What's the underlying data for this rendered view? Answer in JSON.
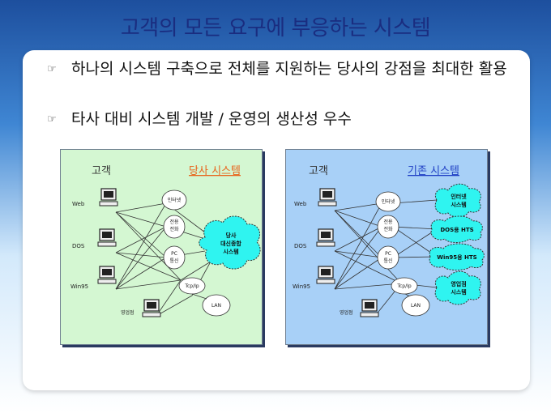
{
  "title": "고객의 모든 요구에 부응하는 시스템",
  "bullets": [
    {
      "icon": "pointing-hand-icon",
      "text": "하나의 시스템 구축으로 전체를 지원하는 당사의 강점을 최대한 활용"
    },
    {
      "icon": "pointing-hand-icon",
      "text": "타사 대비 시스템 개발 / 운영의 생산성 우수"
    }
  ],
  "diagrams": {
    "ours": {
      "customer_label": "고객",
      "system_title": "당사 시스템",
      "clients": [
        "Web",
        "DOS",
        "Win95"
      ],
      "branch_label": "영업점",
      "nodes": {
        "internet": "인터넷",
        "dialup": "전용\n전화",
        "pc_comm": "PC\n통신",
        "tcpip": "Tcp/Ip",
        "lan": "LAN"
      },
      "center_cloud": "당사\n대신종합\n시스템"
    },
    "legacy": {
      "customer_label": "고객",
      "system_title": "기존 시스템",
      "clients": [
        "Web",
        "DOS",
        "Win95"
      ],
      "branch_label": "영업점",
      "nodes": {
        "internet": "인터넷",
        "dialup": "전용\n전화",
        "pc_comm": "PC\n통신",
        "tcpip": "Tcp/Ip",
        "lan": "LAN"
      },
      "clouds": [
        "인터넷\n시스템",
        "DOS용 HTS",
        "Win95용 HTS",
        "영업점\n시스템"
      ]
    }
  },
  "colors": {
    "title": "#1a2d80",
    "system_title_ours": "#e8641b",
    "system_title_legacy": "#1f3fc4",
    "cloud": "#2ff4f0",
    "panel_ours": "#d4f7d2",
    "panel_legacy": "#a8d0f7"
  }
}
